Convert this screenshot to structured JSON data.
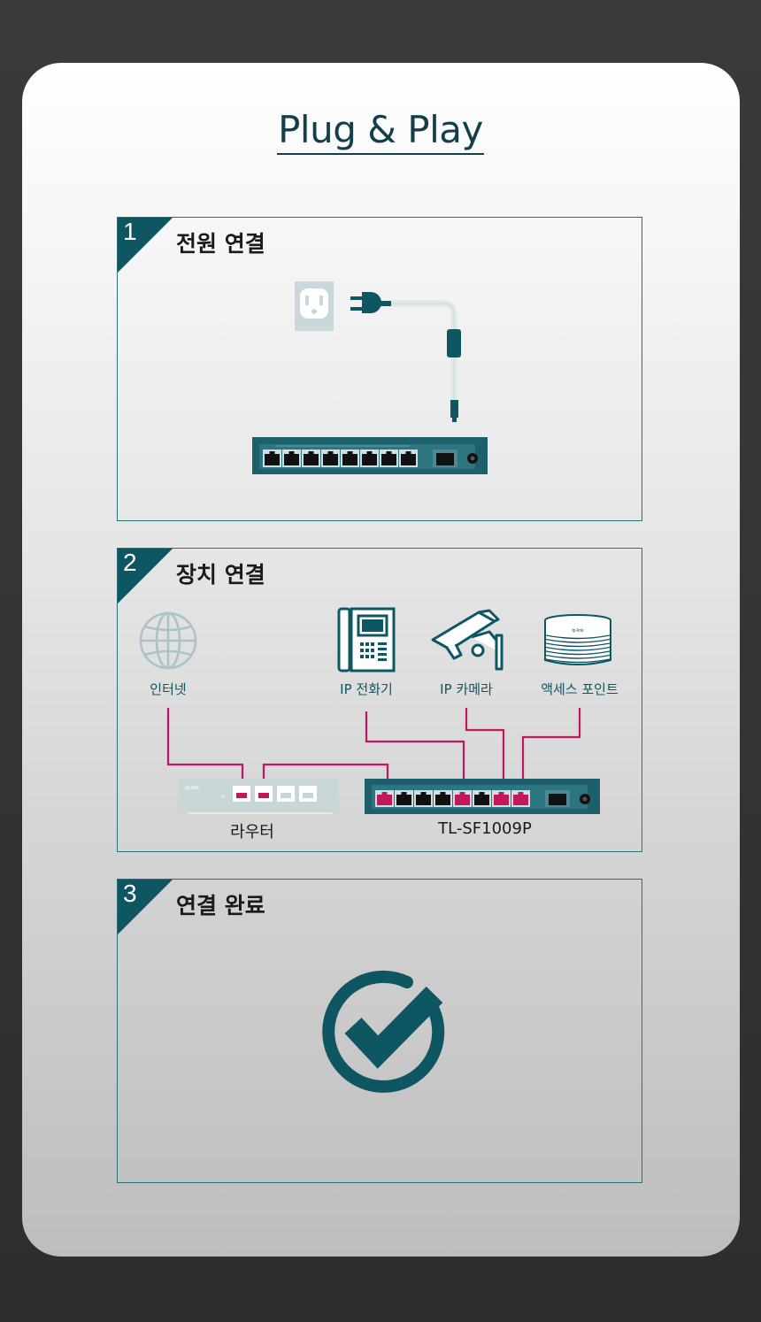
{
  "title": "Plug & Play",
  "colors": {
    "accent": "#0f5663",
    "link": "#c2185b",
    "frame": "#2a6f7c"
  },
  "steps": [
    {
      "number": "1",
      "title": "전원 연결"
    },
    {
      "number": "2",
      "title": "장치 연결"
    },
    {
      "number": "3",
      "title": "연결 완료"
    }
  ],
  "devices": {
    "internet": "인터넷",
    "ip_phone": "IP 전화기",
    "ip_camera": "IP 카메라",
    "access_point": "액세스 포인트",
    "router": "라우터",
    "switch": "TL-SF1009P"
  }
}
